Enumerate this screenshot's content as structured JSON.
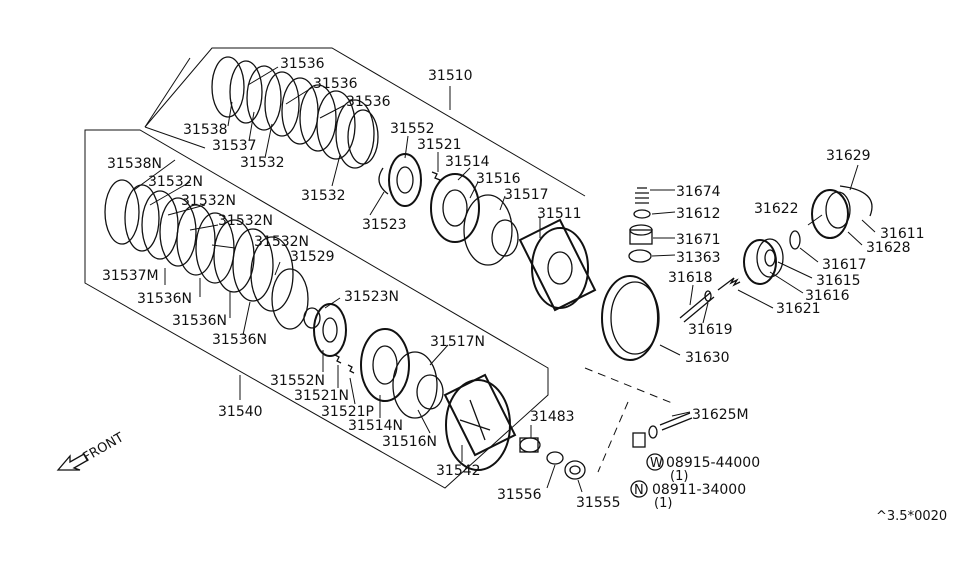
{
  "diagram": {
    "catalog_code": "^3.5*0020",
    "front_label": "FRONT",
    "parts": {
      "p31536a": "31536",
      "p31536b": "31536",
      "p31536c": "31536",
      "p31510": "31510",
      "p31538": "31538",
      "p31537": "31537",
      "p31532a": "31532",
      "p31532b": "31532",
      "p31552": "31552",
      "p31521": "31521",
      "p31514": "31514",
      "p31516": "31516",
      "p31517": "31517",
      "p31511": "31511",
      "p31523": "31523",
      "p31629": "31629",
      "p31674": "31674",
      "p31612": "31612",
      "p31671": "31671",
      "p31363": "31363",
      "p31622": "31622",
      "p31611": "31611",
      "p31628": "31628",
      "p31617": "31617",
      "p31615": "31615",
      "p31616": "31616",
      "p31618": "31618",
      "p31621": "31621",
      "p31619": "31619",
      "p31630": "31630",
      "p31538N": "31538N",
      "p31532Na": "31532N",
      "p31532Nb": "31532N",
      "p31532Nc": "31532N",
      "p31532Nd": "31532N",
      "p31529": "31529",
      "p31537M": "31537M",
      "p31536Na": "31536N",
      "p31536Nb": "31536N",
      "p31536Nc": "31536N",
      "p31523N": "31523N",
      "p31517N": "31517N",
      "p31552N": "31552N",
      "p31521N": "31521N",
      "p31521P": "31521P",
      "p31540": "31540",
      "p31514N": "31514N",
      "p31516N": "31516N",
      "p31542": "31542",
      "p31483": "31483",
      "p31625M": "31625M",
      "p31556": "31556",
      "p31555": "31555"
    },
    "fasteners": {
      "w_symbol": "W",
      "w_part": "08915-44000",
      "w_qty": "(1)",
      "n_symbol": "N",
      "n_part": "08911-34000",
      "n_qty": "(1)"
    }
  }
}
